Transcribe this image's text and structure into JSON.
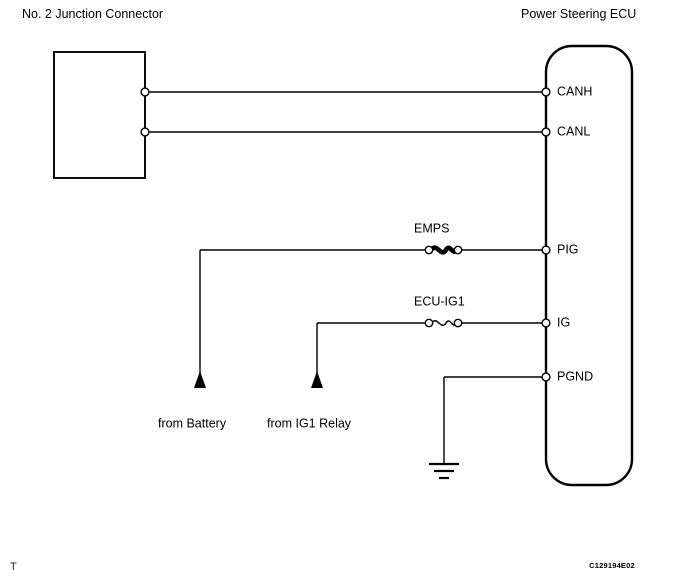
{
  "diagram": {
    "type": "automotive-wiring-schematic",
    "title_left": "No. 2 Junction Connector",
    "title_right": "Power Steering ECU",
    "corner_mark": "T",
    "figure_code": "C129194E02",
    "components": {
      "junction_connector": {
        "name": "No. 2 Junction Connector",
        "shape": "rectangle",
        "terminals": [
          "CANH-out",
          "CANL-out"
        ]
      },
      "ecu": {
        "name": "Power Steering ECU",
        "shape": "rounded-rectangle",
        "terminals": [
          {
            "label": "CANH",
            "connects_to": "No. 2 Junction Connector"
          },
          {
            "label": "CANL",
            "connects_to": "No. 2 Junction Connector"
          },
          {
            "label": "PIG",
            "connects_to": "from Battery via EMPS fuse"
          },
          {
            "label": "IG",
            "connects_to": "from IG1 Relay via ECU-IG1 fuse"
          },
          {
            "label": "PGND",
            "connects_to": "Ground"
          }
        ]
      }
    },
    "fuses": [
      {
        "label": "EMPS",
        "style": "thick",
        "feeds_terminal": "PIG"
      },
      {
        "label": "ECU-IG1",
        "style": "thin",
        "feeds_terminal": "IG"
      }
    ],
    "sources": [
      {
        "label": "from Battery",
        "direction": "up",
        "feeds": "EMPS"
      },
      {
        "label": "from IG1 Relay",
        "direction": "up",
        "feeds": "ECU-IG1"
      }
    ],
    "ground": {
      "symbol": "chassis-ground",
      "bars": 3,
      "connects_to": "PGND"
    },
    "terminal_labels": {
      "canh": "CANH",
      "canl": "CANL",
      "pig": "PIG",
      "ig": "IG",
      "pgnd": "PGND"
    },
    "fuse_labels": {
      "emps": "EMPS",
      "ecu_ig1": "ECU-IG1"
    },
    "source_labels": {
      "battery": "from Battery",
      "ig1_relay": "from IG1 Relay"
    },
    "colors": {
      "line": "#000000",
      "background": "#ffffff",
      "text": "#000000"
    }
  }
}
